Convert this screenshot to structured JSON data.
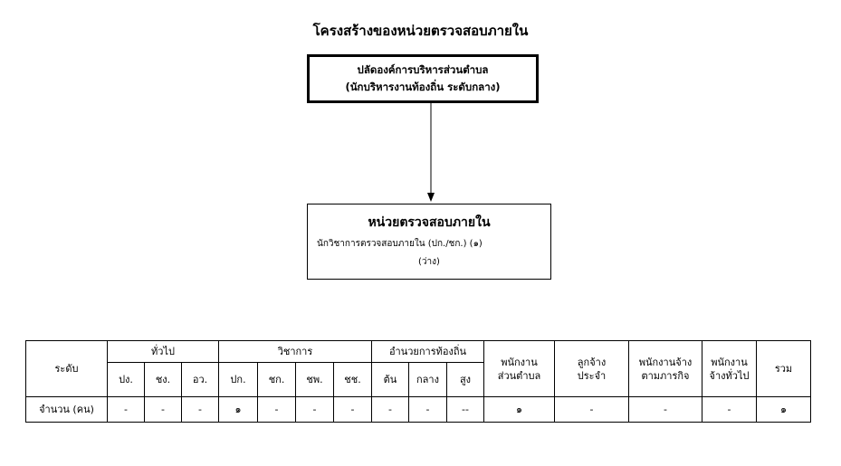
{
  "title": "โครงสร้างของหน่วยตรวจสอบภายใน",
  "top_box": {
    "line1": "ปลัดองค์การบริหารส่วนตำบล",
    "line2": "(นักบริหารงานท้องถิ่น ระดับกลาง)"
  },
  "bottom_box": {
    "heading": "หน่วยตรวจสอบภายใน",
    "line1": "นักวิชาการตรวจสอบภายใน (ปก./ชก.) (๑)",
    "line2": "(ว่าง)"
  },
  "table": {
    "level_label": "ระดับ",
    "groups": {
      "general": "ทั่วไป",
      "academic": "วิชาการ",
      "local_admin": "อำนวยการท้องถิ่น"
    },
    "sub_headers": [
      "ปง.",
      "ชง.",
      "อว.",
      "ปก.",
      "ชก.",
      "ชพ.",
      "ชช.",
      "ต้น",
      "กลาง",
      "สูง"
    ],
    "other_headers": [
      {
        "line1": "พนักงาน",
        "line2": "ส่วนตำบล"
      },
      {
        "line1": "ลูกจ้าง",
        "line2": "ประจำ"
      },
      {
        "line1": "พนักงานจ้าง",
        "line2": "ตามภารกิจ"
      },
      {
        "line1": "พนักงาน",
        "line2": "จ้างทั่วไป"
      }
    ],
    "total_label": "รวม",
    "count_row_label": "จำนวน (คน)",
    "counts": [
      "-",
      "-",
      "-",
      "๑",
      "-",
      "-",
      "-",
      "-",
      "-",
      "--",
      "๑",
      "-",
      "-",
      "-",
      "๑"
    ]
  }
}
